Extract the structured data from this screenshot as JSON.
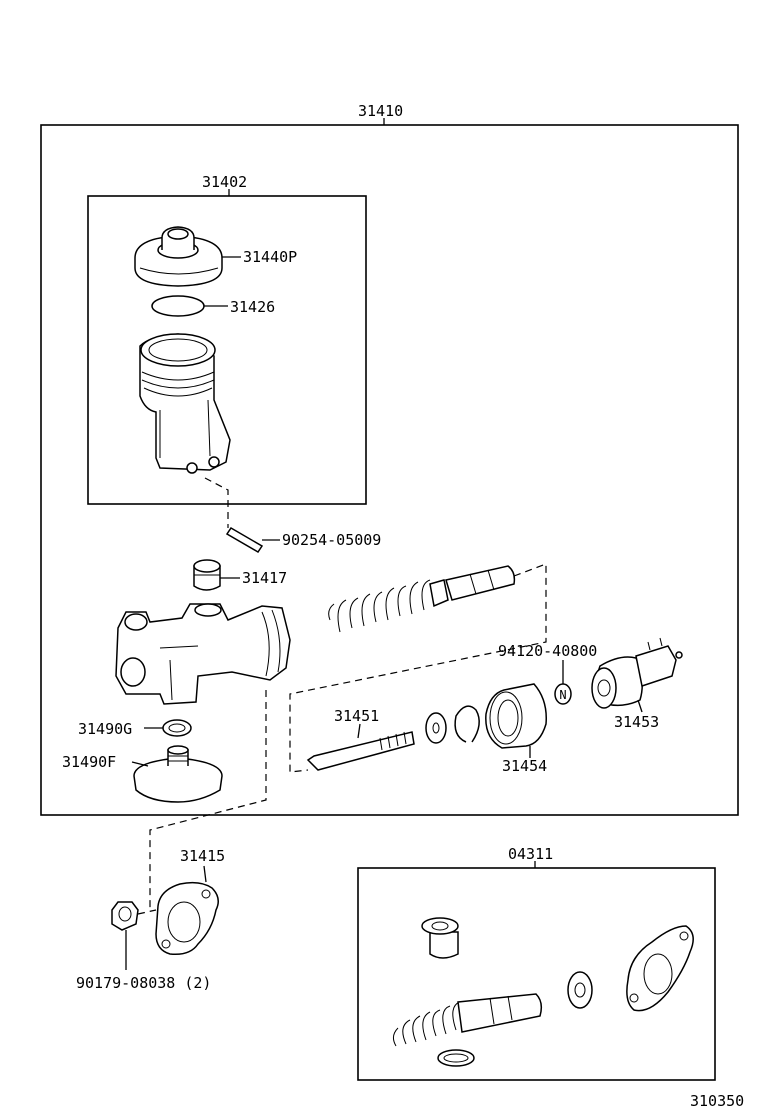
{
  "labels": {
    "assembly_main": "31410",
    "reservoir_kit": "31402",
    "reservoir_cap": "31440P",
    "cap_seal": "31426",
    "pin": "90254-05009",
    "grommet": "31417",
    "gasket_g": "31490G",
    "union_f": "31490F",
    "push_rod": "31451",
    "boot": "31454",
    "snap_ring": "94120-40800",
    "clevis": "31453",
    "flange_gasket": "31415",
    "nut": "90179-08038 (2)",
    "repair_kit": "04311",
    "diagram_number": "310350"
  },
  "markers": {
    "n_marker": "N"
  }
}
